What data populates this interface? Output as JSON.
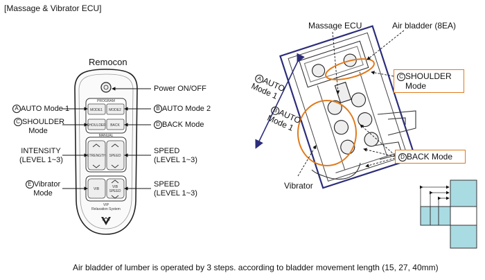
{
  "title": "[Massage & Vibrator ECU]",
  "remote": {
    "heading": "Remocon",
    "labels": {
      "power": "Power ON/OFF",
      "auto1": "AUTO Mode 1",
      "auto2": "AUTO Mode 2",
      "shoulder_line1": "SHOULDER",
      "shoulder_line2": "Mode",
      "back": "BACK Mode",
      "intensity_line1": "INTENSITY",
      "intensity_line2": "(LEVEL 1~3)",
      "speed1_line1": "SPEED",
      "speed1_line2": "(LEVEL 1~3)",
      "vibrator_line1": "Vibrator",
      "vibrator_line2": "Mode",
      "speed2_line1": "SPEED",
      "speed2_line2": "(LEVEL 1~3)"
    },
    "markers": {
      "a": "A",
      "b": "B",
      "c": "C",
      "d": "D",
      "e": "E"
    },
    "button_text": {
      "program": "PROGRAM",
      "mode1": "MODE1",
      "mode2": "MODE2",
      "shoulder": "SHOULDER",
      "back": "BACK",
      "manual": "MANUAL",
      "strength": "STRENGTH",
      "speed": "SPEED",
      "vib": "VIB",
      "vib_speed_1": "VIB",
      "vib_speed_2": "SPEED",
      "brand_1": "VIP",
      "brand_2": "Relaxation System"
    }
  },
  "seat": {
    "massage_ecu": "Massage ECU",
    "air_bladder": "Air bladder (8EA)",
    "shoulder_line1": "SHOULDER",
    "shoulder_line2": "Mode",
    "auto1_line1": "AUTO",
    "auto1_line2": "Mode 1",
    "auto1b_line1": "AUTO",
    "auto1b_line2": "Mode 1",
    "back_mode": "BACK Mode",
    "vibrator": "Vibrator",
    "markers": {
      "a": "A",
      "b": "B",
      "c": "C",
      "d": "D"
    }
  },
  "footnote": "Air bladder of lumber is operated by 3 steps. according to bladder movement length (15, 27, 40mm)",
  "colors": {
    "orange": "#e07a1c",
    "navy": "#2b2d7a",
    "cyan_fill": "#a9dbe3"
  }
}
